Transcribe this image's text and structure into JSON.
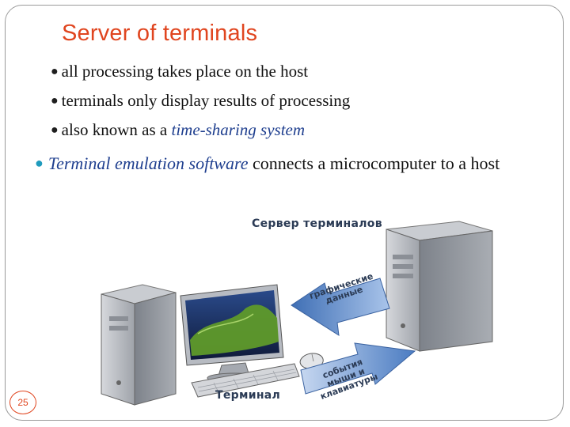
{
  "slide": {
    "title": "Server of terminals",
    "subbullets": [
      {
        "text": "all processing takes place on the host"
      },
      {
        "text": "terminals only display results of processing"
      },
      {
        "prefix": "also known as a ",
        "emph": "time-sharing system"
      }
    ],
    "main_bullet": {
      "emph": "Terminal emulation software",
      "suffix": " connects a microcomputer to a host"
    },
    "slide_number": "25"
  },
  "diagram": {
    "server_caption": "Сервер терминалов",
    "terminal_caption": "Терминал",
    "top_arrow_label": "графические данные",
    "bottom_arrow_label": "события мыши и клавиатуры",
    "colors": {
      "title": "#e0451f",
      "emphasis": "#1f3f8f",
      "arrow": "#5b84c4",
      "tower": "#b9bcc2",
      "screen_bg": "#1a2a5a",
      "screen_wave": "#5f9a2a"
    },
    "icons": [
      "server-tower-icon",
      "terminal-tower-icon",
      "monitor-icon",
      "keyboard-icon",
      "mouse-icon",
      "arrow-icon"
    ]
  }
}
